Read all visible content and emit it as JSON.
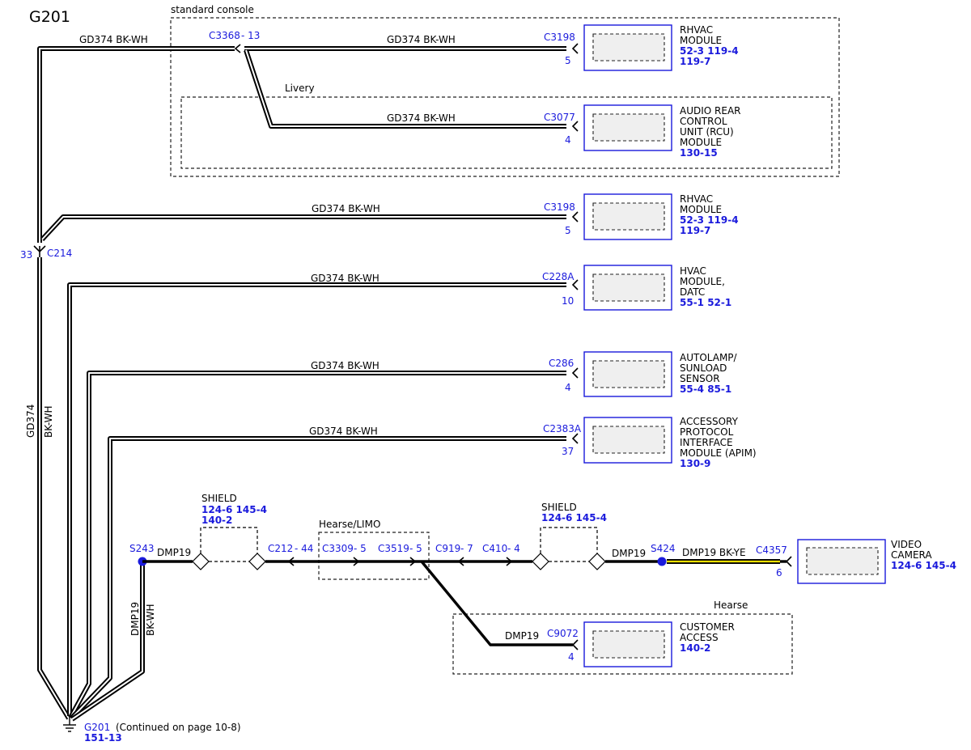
{
  "title": "G201",
  "regions": {
    "standard_console": "standard console",
    "livery": "Livery",
    "hearse_limo": "Hearse/LIMO",
    "hearse": "Hearse"
  },
  "wire_label": "GD374  BK-WH",
  "trunk": {
    "circuit": "GD374",
    "color": "BK-WH"
  },
  "dmp_drop": {
    "circuit": "DMP19",
    "color": "BK-WH"
  },
  "connectors": {
    "c3368": "C3368",
    "c3368_pin": "- 13",
    "c214": "C214",
    "c214_pin": "33"
  },
  "modules": [
    {
      "connector": "C3198",
      "pin": "5",
      "lines": [
        "RHVAC",
        "MODULE"
      ],
      "refs": [
        "52-3  119-4",
        "119-7"
      ]
    },
    {
      "connector": "C3077",
      "pin": "4",
      "lines": [
        "AUDIO REAR",
        "CONTROL",
        "UNIT (RCU)",
        "MODULE"
      ],
      "refs": [
        "130-15"
      ]
    },
    {
      "connector": "C3198",
      "pin": "5",
      "lines": [
        "RHVAC",
        "MODULE"
      ],
      "refs": [
        "52-3  119-4",
        "119-7"
      ]
    },
    {
      "connector": "C228A",
      "pin": "10",
      "lines": [
        "HVAC",
        "MODULE,",
        "DATC"
      ],
      "refs": [
        "55-1  52-1"
      ]
    },
    {
      "connector": "C286",
      "pin": "4",
      "lines": [
        "AUTOLAMP/",
        "SUNLOAD",
        "SENSOR"
      ],
      "refs": [
        "55-4  85-1"
      ]
    },
    {
      "connector": "C2383A",
      "pin": "37",
      "lines": [
        "ACCESSORY",
        "PROTOCOL",
        "INTERFACE",
        "MODULE (APIM)"
      ],
      "refs": [
        "130-9"
      ]
    }
  ],
  "dmp_line": {
    "splice_left": "S243",
    "circuit": "DMP19",
    "shield_left": {
      "label": "SHIELD",
      "refs": [
        "124-6  145-4",
        "140-2"
      ]
    },
    "shield_right": {
      "label": "SHIELD",
      "refs": [
        "124-6  145-4"
      ]
    },
    "inline": [
      {
        "conn": "C212",
        "pin": "- 44"
      },
      {
        "conn": "C3309",
        "pin": "- 5"
      },
      {
        "conn": "C3519",
        "pin": "- 5"
      },
      {
        "conn": "C919",
        "pin": "- 7"
      },
      {
        "conn": "C410",
        "pin": "- 4"
      }
    ],
    "splice_right": "S424",
    "camera_wire": "DMP19  BK-YE",
    "camera_connector": "C4357",
    "camera_pin": "6",
    "camera": {
      "lines": [
        "VIDEO",
        "CAMERA"
      ],
      "refs": [
        "124-6  145-4"
      ]
    },
    "customer_wire": "DMP19",
    "customer_connector": "C9072",
    "customer_pin": "4",
    "customer": {
      "lines": [
        "CUSTOMER",
        "ACCESS"
      ],
      "refs": [
        "140-2"
      ]
    }
  },
  "ground": {
    "name": "G201",
    "note": "(Continued on page 10-8)",
    "ref": "151-13"
  },
  "colors": {
    "connector_blue": "#1a1adc",
    "camera_wire_yellow": "#f5e000",
    "wire": "#000000"
  }
}
